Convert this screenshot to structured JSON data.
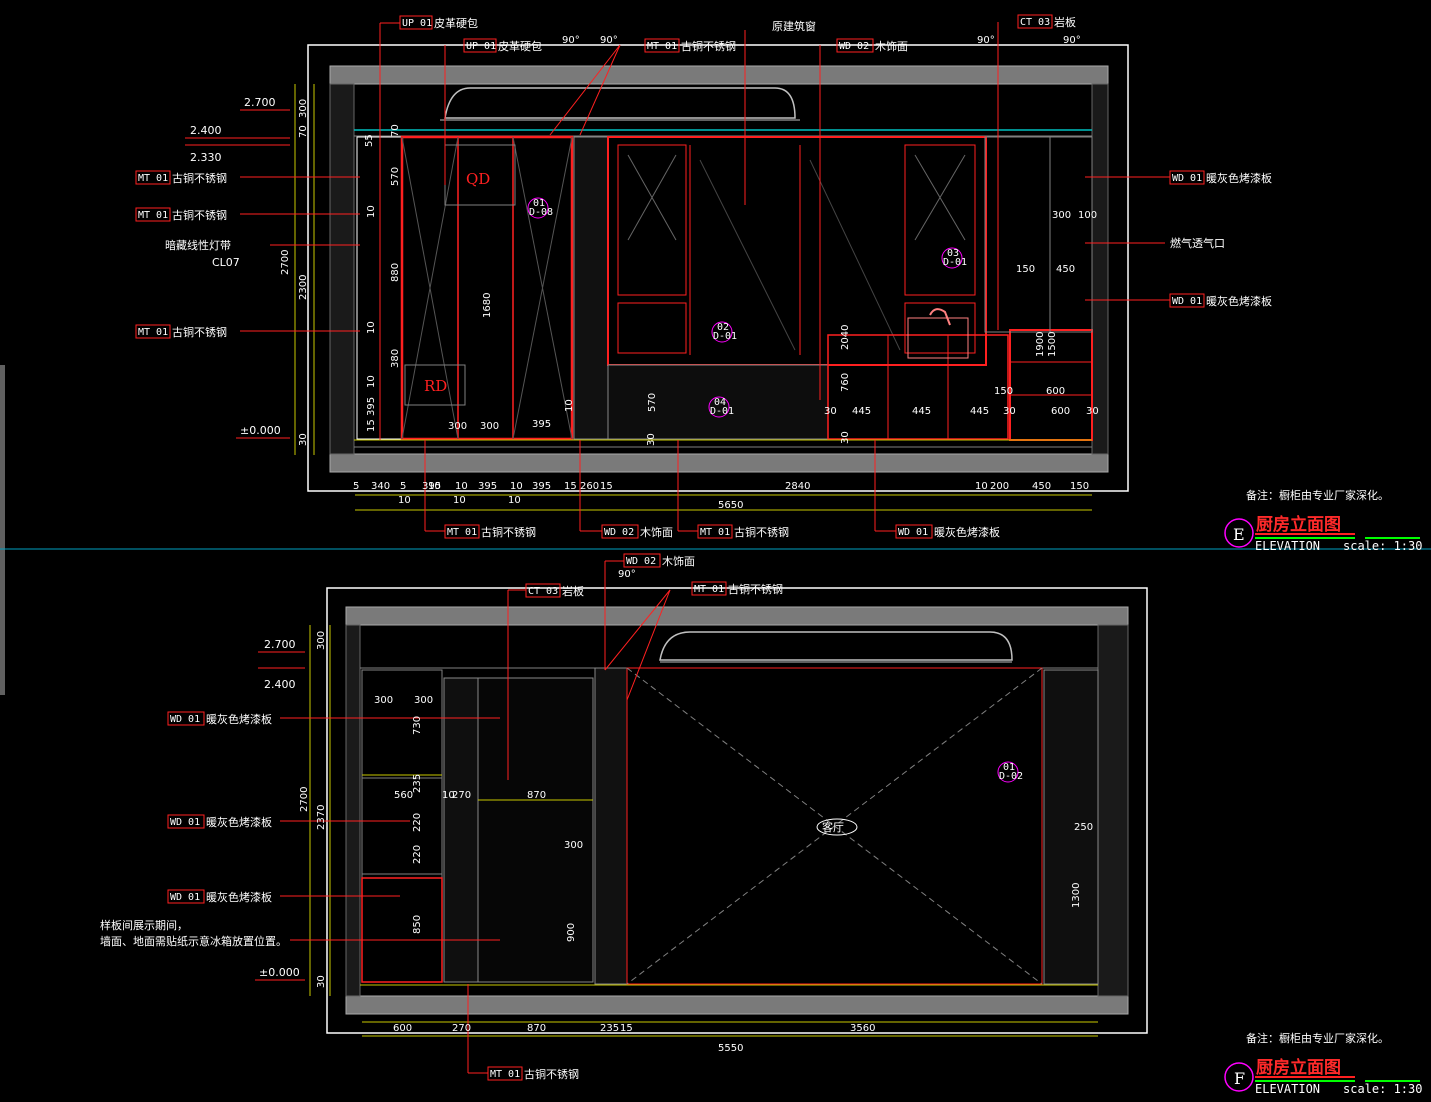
{
  "elevation_e": {
    "callouts_top": [
      "UP 01",
      "皮革硬包",
      "UP 01",
      "皮革硬包",
      "MT 01",
      "古铜不锈钢",
      "原建筑窗",
      "WD 02",
      "木饰面",
      "CT 03",
      "岩板"
    ],
    "angles": [
      "90°",
      "90°",
      "90°",
      "90°"
    ],
    "levels": [
      "2.700",
      "2.400",
      "2.330",
      "±0.000"
    ],
    "left_callouts": [
      {
        "code": "MT 01",
        "text": "古铜不锈钢"
      },
      {
        "code": "MT 01",
        "text": "古铜不锈钢"
      },
      {
        "code": "",
        "text": "暗藏线性灯带"
      },
      {
        "code": "",
        "text": "CL07"
      },
      {
        "code": "MT 01",
        "text": "古铜不锈钢"
      }
    ],
    "right_callouts": [
      {
        "code": "WD 01",
        "text": "暖灰色烤漆板"
      },
      {
        "code": "",
        "text": "燃气透气口"
      },
      {
        "code": "WD 01",
        "text": "暖灰色烤漆板"
      }
    ],
    "bottom_callouts": [
      {
        "code": "MT 01",
        "text": "古铜不锈钢"
      },
      {
        "code": "WD 02",
        "text": "木饰面"
      },
      {
        "code": "MT 01",
        "text": "古铜不锈钢"
      },
      {
        "code": "WD 01",
        "text": "暖灰色烤漆板"
      }
    ],
    "vertical_dims_outer": [
      "300",
      "70",
      "2700",
      "2300",
      "30"
    ],
    "vertical_dims_inner": [
      "55",
      "70",
      "570",
      "10",
      "880",
      "10",
      "380",
      "10",
      "395",
      "15",
      "1680",
      "10",
      "570",
      "30",
      "2040",
      "760",
      "30",
      "1900",
      "1500"
    ],
    "bottom_dims": [
      "5",
      "340",
      "5",
      "10",
      "395",
      "10",
      "395",
      "10",
      "395",
      "15",
      "260",
      "15",
      "2840",
      "10",
      "200",
      "450",
      "150"
    ],
    "bottom_dims_row2": [
      "10",
      "10",
      "10"
    ],
    "total": "5650",
    "inner_dims": [
      "300",
      "300",
      "395",
      "30",
      "445",
      "445",
      "445",
      "30",
      "600",
      "30",
      "150",
      "600",
      "300",
      "100",
      "150",
      "450"
    ],
    "tags": [
      "QD",
      "RD"
    ],
    "symbols": [
      "01",
      "D-08",
      "02",
      "D-01",
      "03",
      "D-01",
      "04",
      "D-01"
    ],
    "note": "备注：橱柜由专业厂家深化。",
    "marker": "E",
    "title": "厨房立面图",
    "subtitle": "ELEVATION",
    "scale": "scale: 1:30"
  },
  "elevation_f": {
    "callouts_top": [
      "WD 02",
      "木饰面",
      "CT 03",
      "岩板",
      "MT 01",
      "古铜不锈钢"
    ],
    "angle": "90°",
    "levels": [
      "2.700",
      "2.400",
      "±0.000"
    ],
    "left_callouts": [
      {
        "code": "WD 01",
        "text": "暖灰色烤漆板"
      },
      {
        "code": "WD 01",
        "text": "暖灰色烤漆板"
      },
      {
        "code": "WD 01",
        "text": "暖灰色烤漆板"
      }
    ],
    "note_left_1": "样板间展示期间，",
    "note_left_2": "墙面、地面需贴纸示意冰箱放置位置。",
    "vertical_dims_outer": [
      "300",
      "2700",
      "2370",
      "30"
    ],
    "vertical_dims_inner": [
      "730",
      "235",
      "220",
      "220",
      "850",
      "900",
      "1300"
    ],
    "inner_dims": [
      "300",
      "300",
      "560",
      "10",
      "270",
      "870",
      "300",
      "250"
    ],
    "room_label": "客厅",
    "bottom_dims": [
      "600",
      "270",
      "870",
      "235",
      "15",
      "3560"
    ],
    "total": "5550",
    "bottom_callout": {
      "code": "MT 01",
      "text": "古铜不锈钢"
    },
    "symbols": [
      "01",
      "D-02"
    ],
    "note": "备注：橱柜由专业厂家深化。",
    "marker": "F",
    "title": "厨房立面图",
    "subtitle": "ELEVATION",
    "scale": "scale: 1:30"
  },
  "colors": {
    "red": "#ff2020",
    "yellow": "#c8c800",
    "magenta": "#ff00ff",
    "cyan": "#00c0c0",
    "green": "#00ff00",
    "gray": "#808080"
  }
}
